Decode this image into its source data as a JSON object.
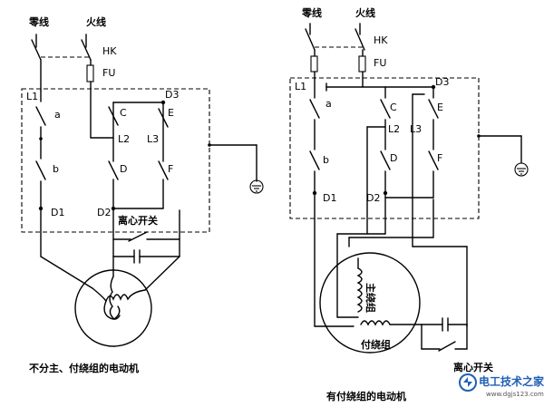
{
  "left_diagram": {
    "neutral": "零线",
    "live": "火线",
    "hk": "HK",
    "fu": "FU",
    "L1": "L1",
    "a": "a",
    "b": "b",
    "D1": "D1",
    "C": "C",
    "L2": "L2",
    "D": "D",
    "D2": "D2",
    "D3": "D3",
    "E": "E",
    "L3": "L3",
    "F": "F",
    "centrifugal_switch": "离心开关",
    "caption": "不分主、付绕组的电动机"
  },
  "right_diagram": {
    "neutral": "零线",
    "live": "火线",
    "hk": "HK",
    "fu": "FU",
    "L1": "L1",
    "a": "a",
    "b": "b",
    "D1": "D1",
    "C": "C",
    "L2": "L2",
    "D": "D",
    "D2": "D2",
    "D3": "D3",
    "E": "E",
    "L3": "L3",
    "F": "F",
    "main_winding": "主绕组",
    "aux_winding": "付绕组",
    "centrifugal_switch": "离心开关",
    "caption": "有付绕组的电动机"
  },
  "watermark": {
    "title": "电工技术之家",
    "url": "www.dgjs123.com"
  }
}
